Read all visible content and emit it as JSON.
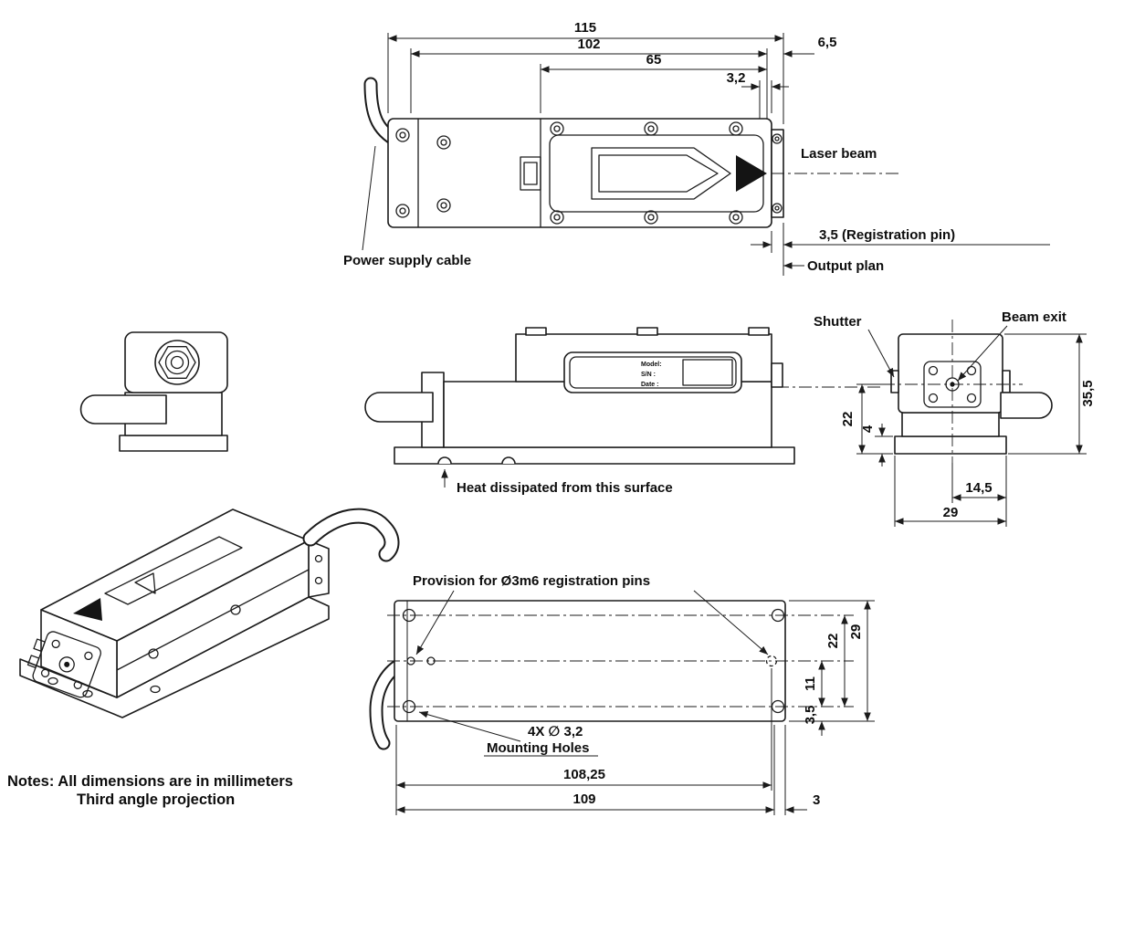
{
  "notes": {
    "line1": "Notes: All dimensions are in millimeters",
    "line2": "Third angle projection"
  },
  "top_view": {
    "dim_overall": "115",
    "dim_body": "102",
    "dim_right_offset": "6,5",
    "dim_label_section": "65",
    "dim_pin_offset": "3,2",
    "label_laser_beam": "Laser beam",
    "label_registration_pin": "3,5 (Registration pin)",
    "label_output_plan": "Output plan",
    "label_power_cable": "Power supply cable"
  },
  "side_view": {
    "label_heat": "Heat dissipated from this surface",
    "nameplate": {
      "model": "Model:",
      "serial": "S/N :",
      "date": "Date :"
    }
  },
  "front_view": {
    "label_shutter": "Shutter",
    "label_beam_exit": "Beam exit",
    "dim_height": "35,5",
    "dim_beam_height": "22",
    "dim_base_offset": "4",
    "dim_half_width": "14,5",
    "dim_width": "29"
  },
  "bottom_view": {
    "label_provision": "Provision for Ø3m6 registration pins",
    "label_mount_qty": "4X ∅ 3,2",
    "label_mount": "Mounting Holes",
    "dim_row_span": "22",
    "dim_width": "29",
    "dim_mid": "11",
    "dim_edge": "3,5",
    "dim_length_pins": "108,25",
    "dim_length": "109",
    "dim_end": "3"
  }
}
